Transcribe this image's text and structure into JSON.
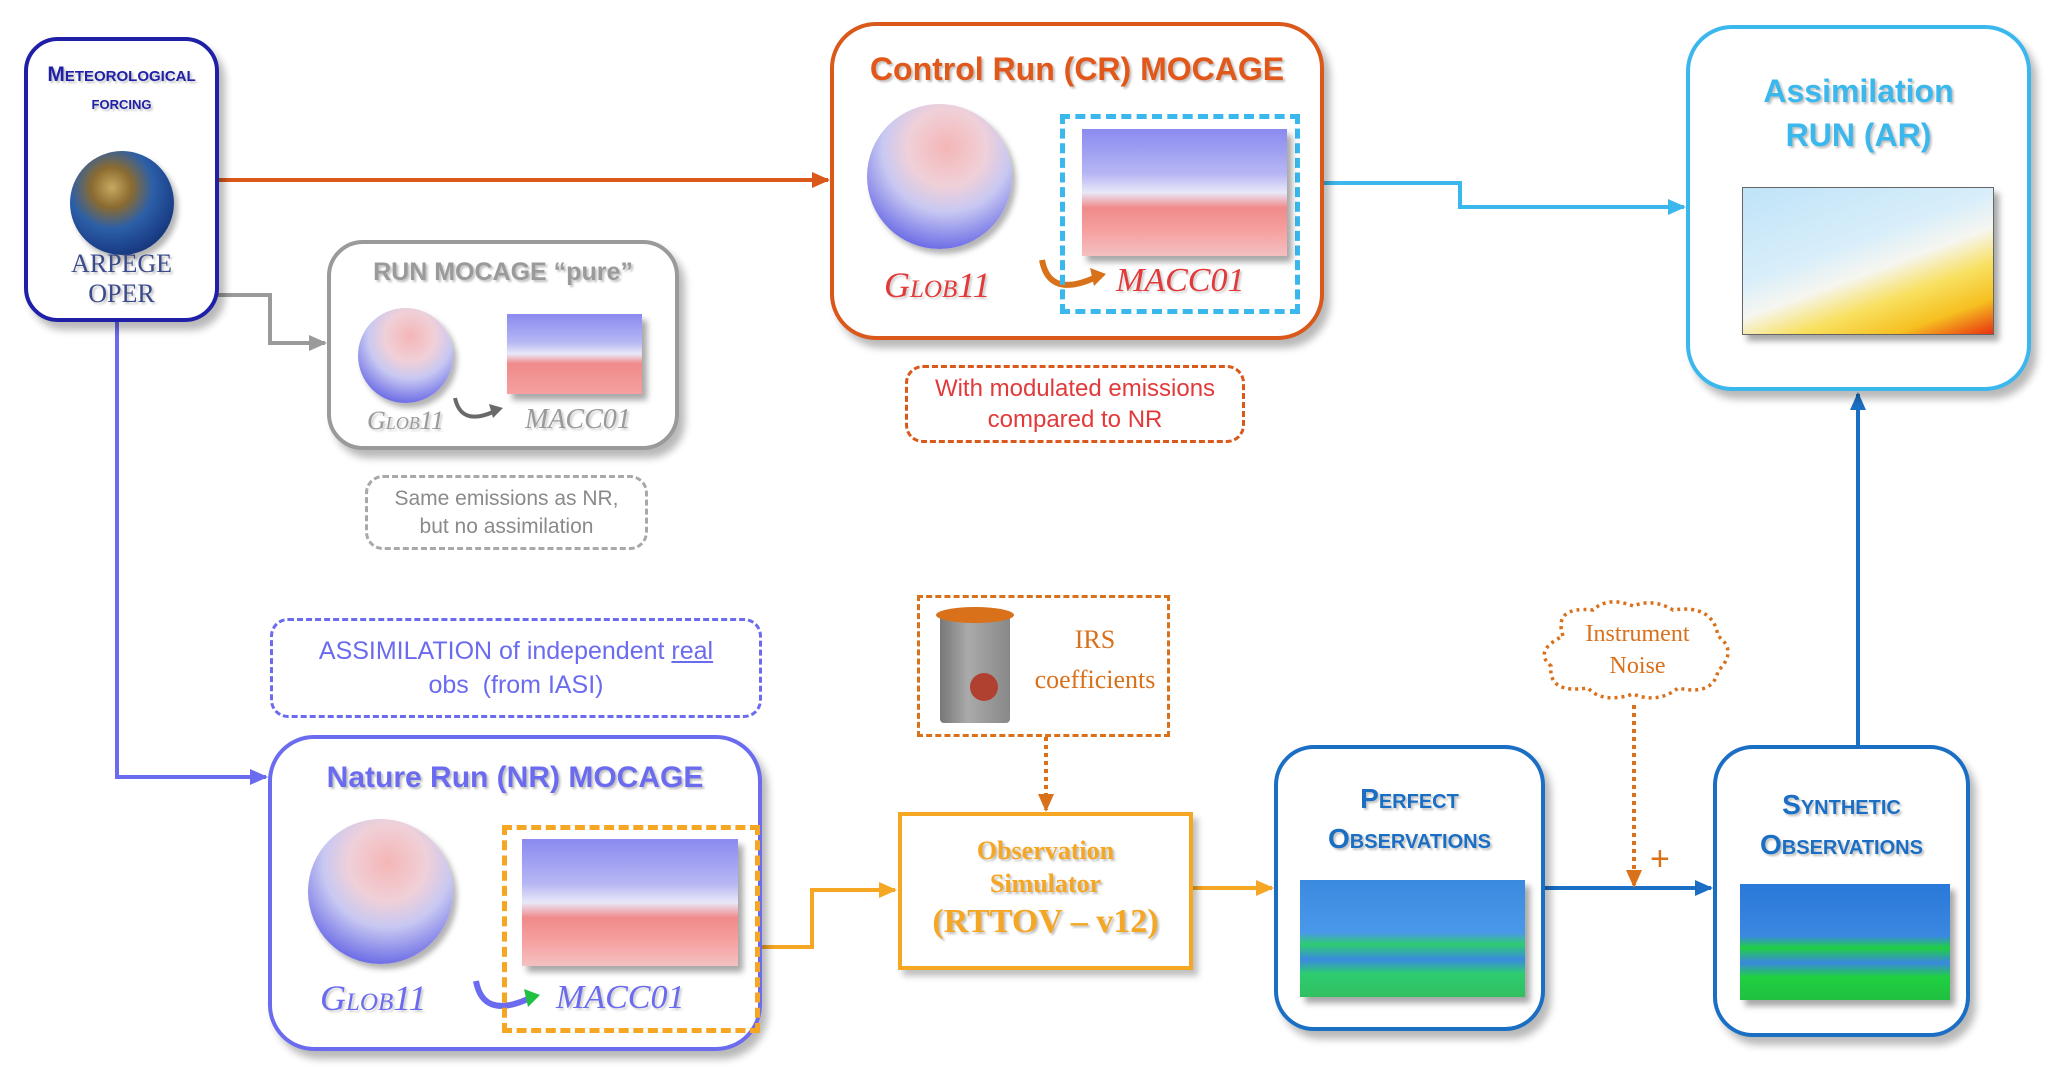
{
  "colors": {
    "met_forcing": "#1f1fa8",
    "control_run": "#d9581a",
    "control_run_text": "#e23a3a",
    "pure_run": "#9a9a9a",
    "nature_run": "#6b6bf0",
    "simulator": "#f5a623",
    "irs": "#d9701a",
    "observations": "#1a6fc4",
    "assimilation": "#3ab8ee"
  },
  "met_forcing": {
    "title_line1": "Meteorological",
    "title_line2": "forcing",
    "icon": "earth-globe",
    "model_line1": "ARPEGE",
    "model_line2": "OPER"
  },
  "control_run": {
    "title": "Control Run (CR) MOCAGE",
    "global_label": "Glob11",
    "regional_label": "MACC01",
    "note_line1": "With modulated emissions",
    "note_line2": "compared to NR"
  },
  "pure_run": {
    "title": "RUN MOCAGE “pure”",
    "global_label": "Glob11",
    "regional_label": "MACC01",
    "note_line1": "Same emissions as NR,",
    "note_line2": "but no assimilation"
  },
  "assimilation_run": {
    "title_line1": "Assimilation",
    "title_line2": "RUN (AR)"
  },
  "assimilation_note": {
    "line1_prefix": "ASSIMILATION of independent ",
    "line1_underlined": "real",
    "line2": "obs  (from IASI)"
  },
  "nature_run": {
    "title": "Nature Run (NR) MOCAGE",
    "global_label": "Glob11",
    "regional_label": "MACC01"
  },
  "irs": {
    "icon": "satellite-instrument",
    "line1": "IRS",
    "line2": "coefficients"
  },
  "simulator": {
    "line1": "Observation",
    "line2": "Simulator",
    "line3": "(RTTOV – v12)"
  },
  "perfect_obs": {
    "line1": "Perfect",
    "line2": "Observations"
  },
  "noise": {
    "line1": "Instrument",
    "line2": "Noise",
    "plus": "+"
  },
  "synthetic_obs": {
    "line1": "Synthetic",
    "line2": "Observations"
  }
}
